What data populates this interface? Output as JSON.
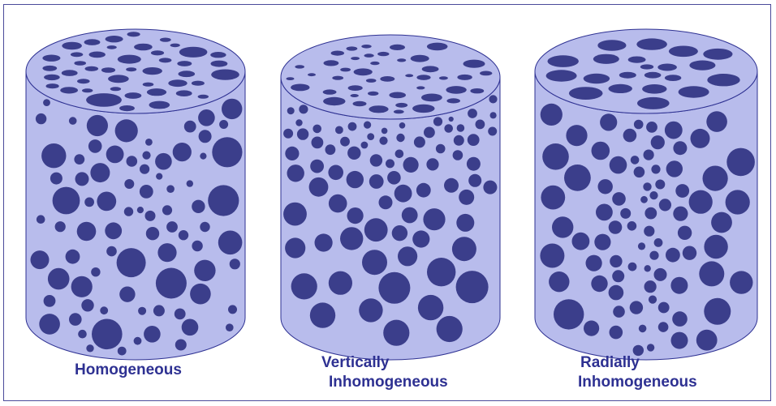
{
  "colors": {
    "body_fill": "#b8bcec",
    "body_stroke": "#2e3192",
    "pore_fill": "#3b3e8b",
    "label_color": "#2e3192",
    "frame_border": "#4a4a9a"
  },
  "panels": [
    {
      "id": "homogeneous",
      "distribution": "uniform",
      "label_lines": [
        "Homogeneous"
      ]
    },
    {
      "id": "vertical",
      "distribution": "pore size increases toward bottom",
      "label_lines": [
        "Vertically",
        "Inhomogeneous"
      ]
    },
    {
      "id": "radial",
      "distribution": "pore size increases toward outer edge",
      "label_lines": [
        "Radially",
        "Inhomogeneous"
      ]
    }
  ]
}
